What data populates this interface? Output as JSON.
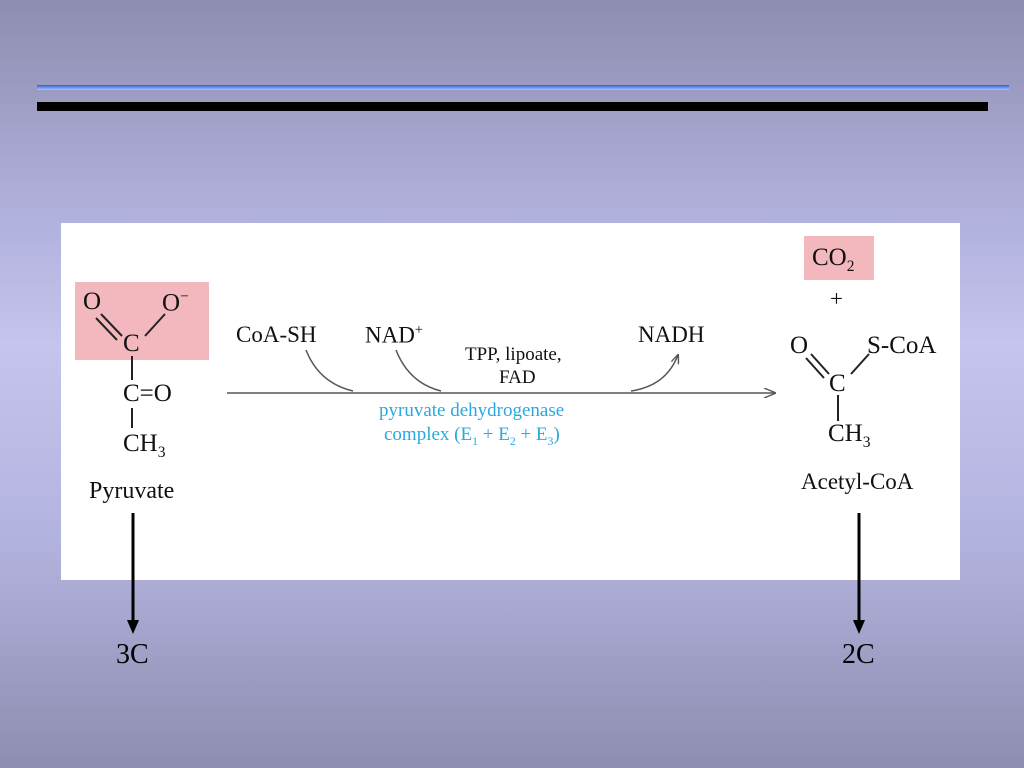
{
  "pyruvate": {
    "O1": "O",
    "O2": "O",
    "O2_charge": "−",
    "C1": "C",
    "C2_group": "C=O",
    "CH3": "CH",
    "CH3_sub": "3",
    "name": "Pyruvate"
  },
  "reaction": {
    "coa_sh": "CoA-SH",
    "nad": "NAD",
    "nad_charge": "+",
    "nadh": "NADH",
    "cofactors_line1": "TPP, lipoate,",
    "cofactors_line2": "FAD",
    "enzyme_line1": "pyruvate dehydrogenase",
    "enzyme_line2_prefix": "complex (E",
    "e1_sub": "1",
    "e2_prefix": " + E",
    "e2_sub": "2",
    "e3_prefix": " + E",
    "e3_sub": "3",
    "enzyme_line2_suffix": ")"
  },
  "acetyl_coa": {
    "co2": "CO",
    "co2_sub": "2",
    "plus": "+",
    "O": "O",
    "S_CoA": "S-CoA",
    "C": "C",
    "CH3": "CH",
    "CH3_sub": "3",
    "name": "Acetyl-CoA"
  },
  "carbon_counts": {
    "left": "3C",
    "right": "2C"
  },
  "colors": {
    "highlight": "#f3b8be",
    "enzyme_text": "#29a9df",
    "slide_bg": "#b3b3df"
  }
}
